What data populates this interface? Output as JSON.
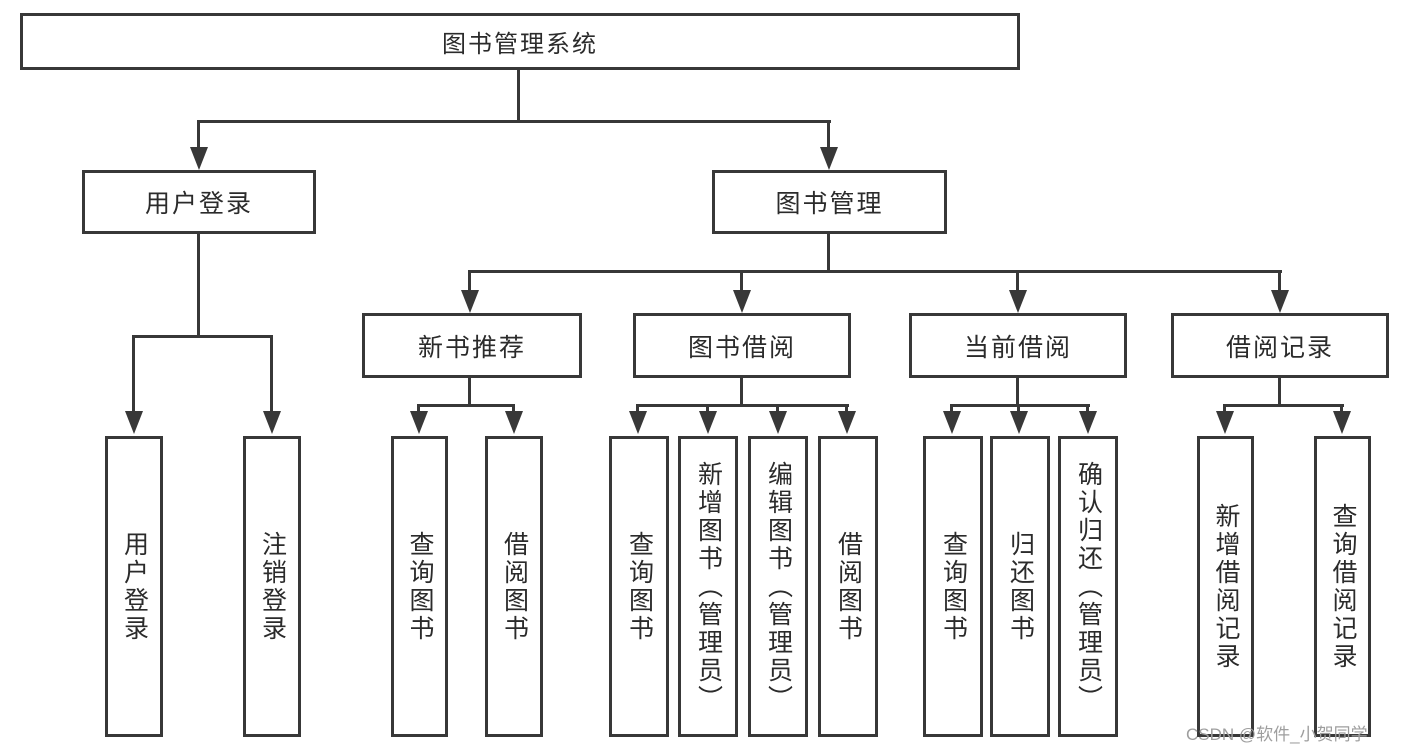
{
  "nodes": {
    "root": "图书管理系统",
    "level2": [
      {
        "label": "用户登录"
      },
      {
        "label": "图书管理"
      }
    ],
    "level3": [
      {
        "label": "新书推荐"
      },
      {
        "label": "图书借阅"
      },
      {
        "label": "当前借阅"
      },
      {
        "label": "借阅记录"
      }
    ],
    "leaves": {
      "user_login": [
        "用户登录",
        "注销登录"
      ],
      "new_book": [
        "查询图书",
        "借阅图书"
      ],
      "book_borrow": [
        "查询图书",
        "新增图书（管理员）",
        "编辑图书（管理员）",
        "借阅图书"
      ],
      "current_borrow": [
        "查询图书",
        "归还图书",
        "确认归还（管理员）"
      ],
      "borrow_record": [
        "新增借阅记录",
        "查询借阅记录"
      ]
    }
  },
  "watermark": "CSDN @软件_小贺同学",
  "colors": {
    "line": "#383838",
    "text": "#2b2b2b",
    "watermark": "#9e9e9e",
    "background": "#ffffff"
  }
}
